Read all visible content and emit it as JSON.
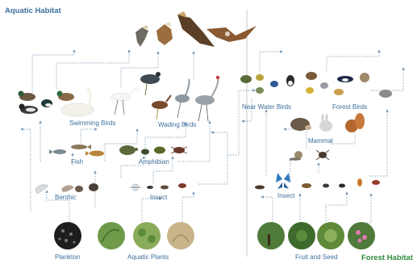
{
  "headings": {
    "aquatic": "Aquatic Habitat",
    "forest": "Forest Habitat"
  },
  "groups": {
    "swimming_birds": "Swimming Birds",
    "wading_birds": "Wading Birds",
    "near_water_birds": "Near Water Birds",
    "forest_birds": "Forest Birds",
    "mammal": "Mammal",
    "fish": "Fish",
    "amphibian": "Amphibian",
    "benthic": "Benthic",
    "insect_aquatic": "Insect",
    "insect_forest": "Insect",
    "plankton": "Plankton",
    "aquatic_plants": "Aquatic Plants",
    "fruit_and_seed": "Fruit and Seed"
  },
  "colors": {
    "heading_aquatic": "#3c6f9c",
    "heading_forest": "#2e8b3a",
    "label": "#3c6f9c",
    "arrow": "#6d8fae",
    "divider": "#c9c9c9"
  },
  "icons": [
    "raptor-icon",
    "duck-icon",
    "swan-icon",
    "heron-icon",
    "crane-icon",
    "egret-icon",
    "magpie-icon",
    "songbird-icon",
    "hedgehog-icon",
    "rabbit-icon",
    "squirrel-icon",
    "spider-icon",
    "snail-icon",
    "fish-icon",
    "turtle-icon",
    "frog-icon",
    "crab-icon",
    "shrimp-icon",
    "shell-icon",
    "butterfly-icon",
    "dragonfly-icon",
    "beetle-icon",
    "plankton-icon",
    "plant-icon",
    "fruit-icon"
  ]
}
